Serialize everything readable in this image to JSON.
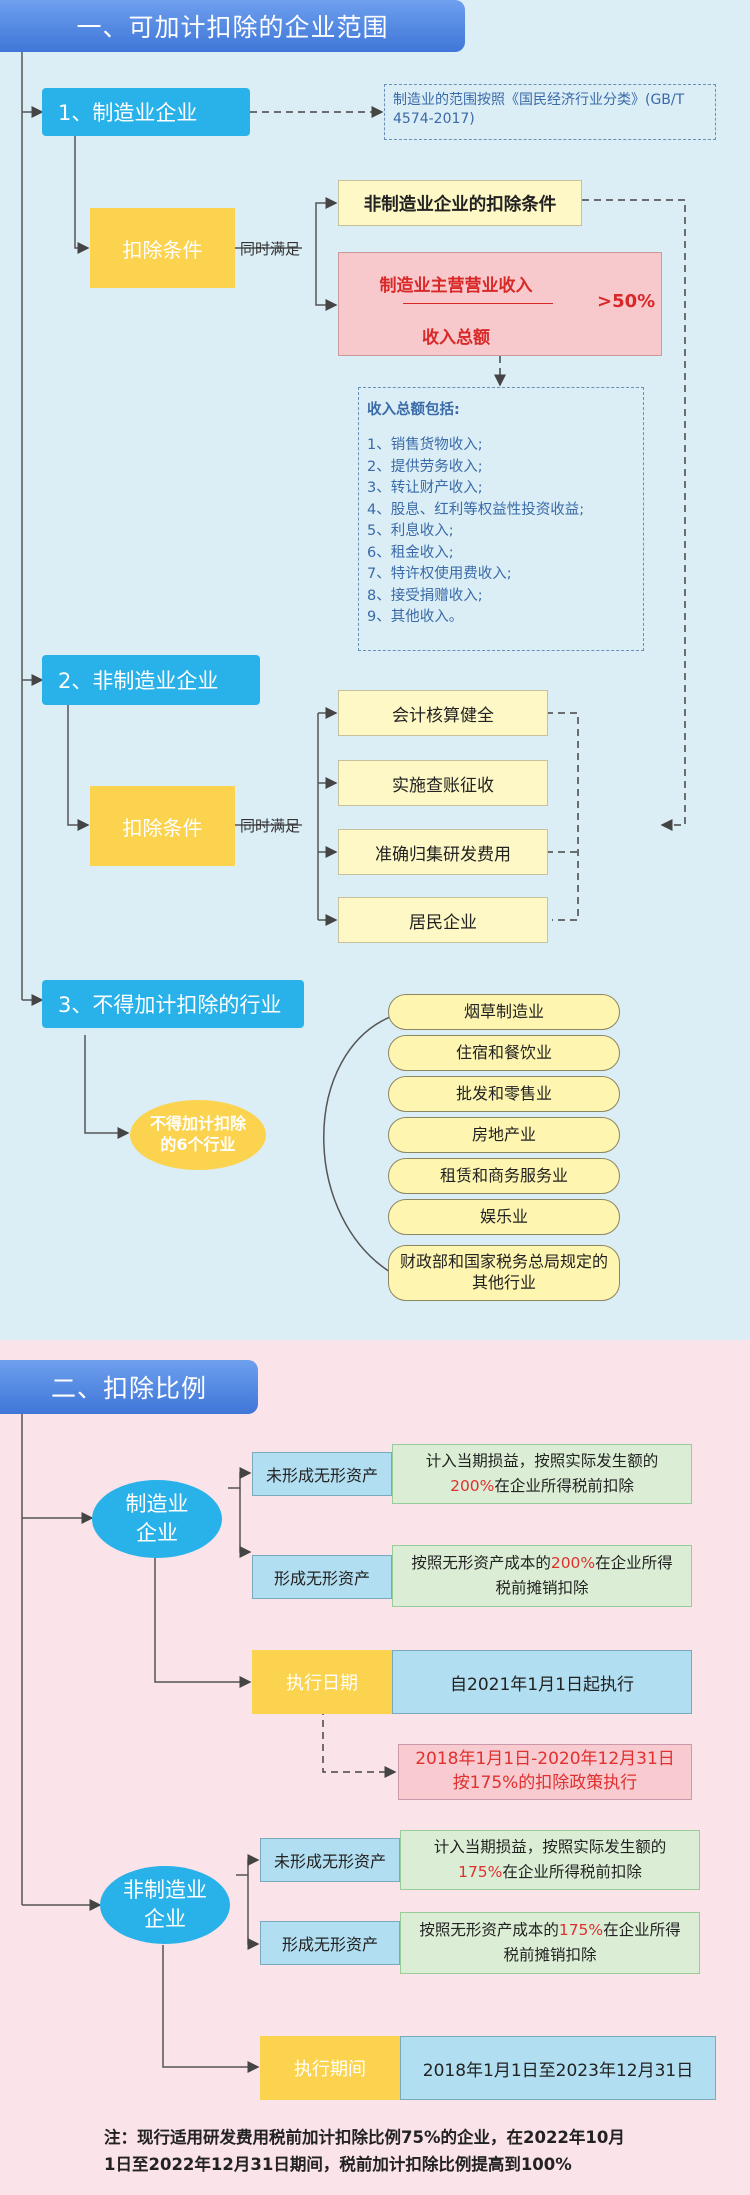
{
  "section1": {
    "title": "一、可加计扣除的企业范围",
    "manufacturing": {
      "label": "1、制造业企业",
      "scope_note": "制造业的范围按照《国民经济行业分类》(GB/T 4574-2017)",
      "deduct_label": "扣除条件",
      "both_label": "同时满足",
      "non_mf_cond": "非制造业企业的扣除条件",
      "ratio_top": "制造业主营营业收入",
      "ratio_bottom": "收入总额",
      "ratio_value": ">50%",
      "income_title": "收入总额包括:",
      "income_items": [
        "1、销售货物收入;",
        "2、提供劳务收入;",
        "3、转让财产收入;",
        "4、股息、红利等权益性投资收益;",
        "5、利息收入;",
        "6、租金收入;",
        "7、特许权使用费收入;",
        "8、接受捐赠收入;",
        "9、其他收入。"
      ]
    },
    "non_manufacturing": {
      "label": "2、非制造业企业",
      "deduct_label": "扣除条件",
      "both_label": "同时满足",
      "conditions": [
        "会计核算健全",
        "实施查账征收",
        "准确归集研发费用",
        "居民企业"
      ]
    },
    "excluded": {
      "label": "3、不得加计扣除的行业",
      "center_line1": "不得加计扣除",
      "center_line2": "的6个行业",
      "industries": [
        "烟草制造业",
        "住宿和餐饮业",
        "批发和零售业",
        "房地产业",
        "租赁和商务服务业",
        "娱乐业"
      ],
      "last_line1": "财政部和国家税务总局规定的",
      "last_line2": "其他行业"
    }
  },
  "section2": {
    "title": "二、扣除比例",
    "mf": {
      "circle_line1": "制造业",
      "circle_line2": "企业",
      "no_asset": "未形成无形资产",
      "no_asset_desc1": "计入当期损益，按照实际发生额的",
      "no_asset_pct": "200%",
      "no_asset_desc2": "在企业所得税前扣除",
      "asset": "形成无形资产",
      "asset_desc1": "按照无形资产成本的",
      "asset_pct": "200%",
      "asset_desc2": "在企业所得",
      "asset_desc3": "税前摊销扣除",
      "exec_label": "执行日期",
      "exec_value": "自2021年1月1日起执行",
      "prior_line1": "2018年1月1日-2020年12月31日",
      "prior_line2": "按175%的扣除政策执行"
    },
    "nonmf": {
      "circle_line1": "非制造业",
      "circle_line2": "企业",
      "no_asset": "未形成无形资产",
      "no_asset_desc1": "计入当期损益，按照实际发生额的",
      "no_asset_pct": "175%",
      "no_asset_desc2": "在企业所得税前扣除",
      "asset": "形成无形资产",
      "asset_desc1": "按照无形资产成本的",
      "asset_pct": "175%",
      "asset_desc2": "在企业所得",
      "asset_desc3": "税前摊销扣除",
      "exec_label": "执行期间",
      "exec_value": "2018年1月1日至2023年12月31日"
    },
    "note_line1": "注：现行适用研发费用税前加计扣除比例75%的企业，在2022年10月",
    "note_line2": "1日至2022年12月31日期间，税前加计扣除比例提高到100%"
  },
  "colors": {
    "blue": "#29b2e9",
    "yellow": "#fcd34e",
    "title_blue": "#3f76d8",
    "red": "#e03030",
    "section1_bg": "#dbeef6",
    "section2_bg": "#fbe3ea"
  }
}
